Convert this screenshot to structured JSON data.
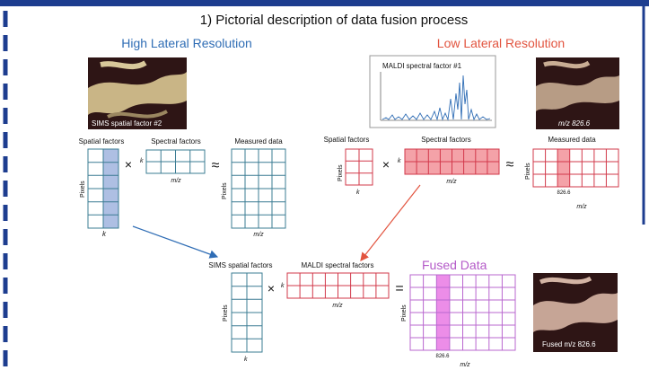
{
  "title": "1) Pictorial description of data fusion process",
  "high": {
    "heading": "High Lateral Resolution",
    "image_caption": "SIMS spatial factor #2",
    "spatial_label": "Spatial factors",
    "spectral_label": "Spectral factors",
    "measured_label": "Measured data",
    "pixels": "Pixels",
    "k": "k",
    "mz": "m/z",
    "times": "×",
    "approx": "≈"
  },
  "low": {
    "heading": "Low Lateral Resolution",
    "spectrum_title": "MALDI spectral factor #1",
    "image_caption": "m/z 826.6",
    "spatial_label": "Spatial factors",
    "spectral_label": "Spectral factors",
    "measured_label": "Measured data",
    "pixels": "Pixels",
    "k": "k",
    "mz": "m/z",
    "peak_label": "826.6",
    "times": "×",
    "approx": "≈"
  },
  "fused": {
    "sims_label": "SIMS spatial factors",
    "maldi_label": "MALDI spectral factors",
    "heading": "Fused Data",
    "pixels": "Pixels",
    "k": "k",
    "mz": "m/z",
    "peak_label": "826.6",
    "image_caption": "Fused m/z 826.6",
    "times": "×",
    "equals": "="
  },
  "colors": {
    "frame": "#1d3d8f",
    "high_heading": "#2f6db5",
    "low_heading": "#e2543f",
    "fused_heading": "#b45ac8",
    "high_grid": "#3b7c93",
    "blue_fill": "#aebfe3",
    "low_grid": "#d2384a",
    "pink_fill": "#f4a2a8",
    "fused_grid": "#b967cf",
    "magenta_fill": "#ec8de8",
    "arrow_blue": "#2f6db5",
    "arrow_red": "#e2543f"
  }
}
